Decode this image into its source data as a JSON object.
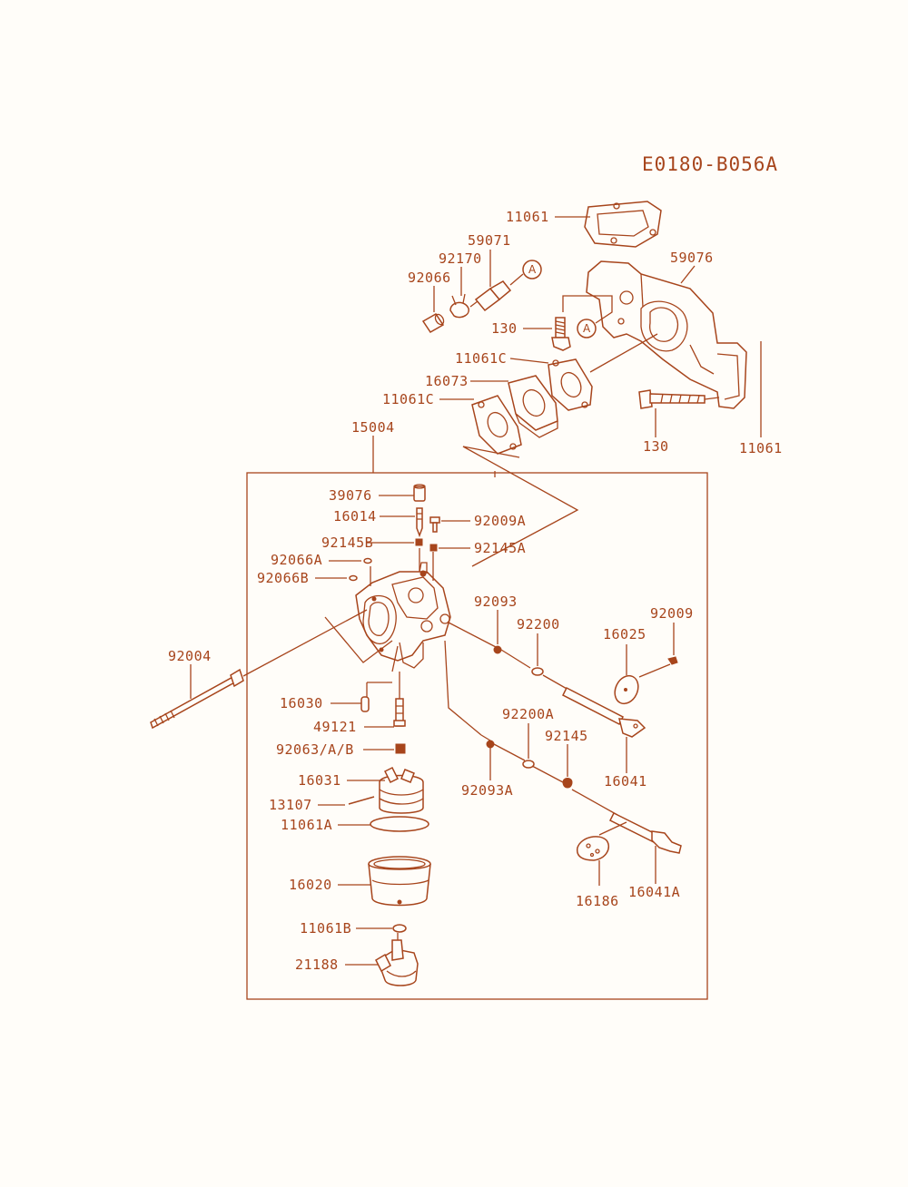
{
  "diagram_code": "E0180-B056A",
  "colors": {
    "ink": "#a7451c",
    "paper": "#fffdf9"
  },
  "ref_mark": "A",
  "labels": {
    "l11061_top": "11061",
    "l59071": "59071",
    "l92170": "92170",
    "l92066": "92066",
    "l59076": "59076",
    "l130_a": "130",
    "l11061C_a": "11061C",
    "l16073": "16073",
    "l11061C_b": "11061C",
    "l130_b": "130",
    "l11061_right": "11061",
    "l15004": "15004",
    "l39076": "39076",
    "l16014": "16014",
    "l92009A": "92009A",
    "l92145B": "92145B",
    "l92145A": "92145A",
    "l92066A": "92066A",
    "l92066B": "92066B",
    "l92093": "92093",
    "l92200": "92200",
    "l16025": "16025",
    "l92009": "92009",
    "l92004": "92004",
    "l16030": "16030",
    "l49121": "49121",
    "l92063": "92063/A/B",
    "l92200A": "92200A",
    "l92145": "92145",
    "l16041": "16041",
    "l16031": "16031",
    "l92093A": "92093A",
    "l13107": "13107",
    "l11061A": "11061A",
    "l16020": "16020",
    "l16186": "16186",
    "l16041A": "16041A",
    "l11061B": "11061B",
    "l21188": "21188"
  }
}
